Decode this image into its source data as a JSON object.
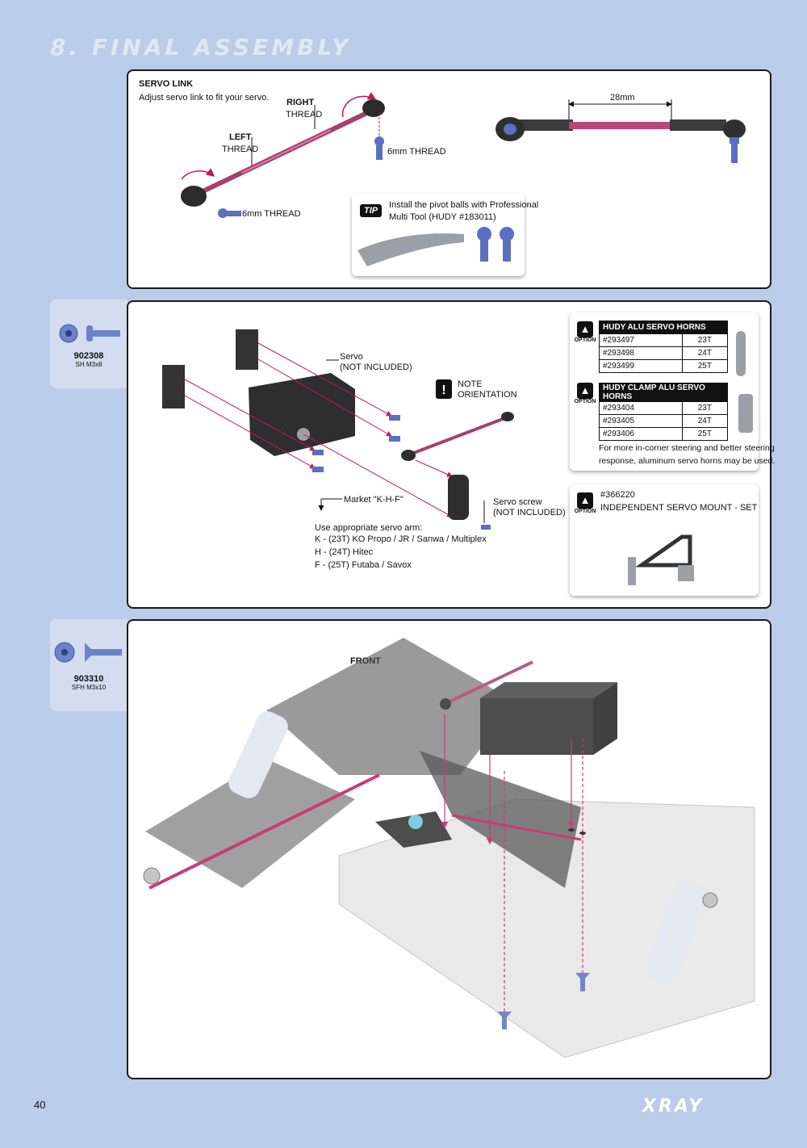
{
  "page": {
    "title": "8. FINAL ASSEMBLY",
    "page_number": "40",
    "brand": "XRAY"
  },
  "servo_link": {
    "heading": "SERVO LINK",
    "text": "Adjust servo link to fit your servo.",
    "right_thread": "RIGHT",
    "left_thread": "LEFT",
    "thread": "THREAD",
    "six_mm_thread": "6mm THREAD",
    "dimension": "28mm",
    "tip_badge": "TIP",
    "tip_text_1": "Install the pivot balls with Professional",
    "tip_text_2": "Multi Tool (HUDY #183011)"
  },
  "part1": {
    "number": "902308",
    "desc": "SH M3x8"
  },
  "part2": {
    "number": "903310",
    "desc": "SFH M3x10"
  },
  "servo_step": {
    "servo_1": "Servo",
    "servo_2": "(NOT INCLUDED)",
    "note_1": "NOTE",
    "note_2": "ORIENTATION",
    "market": "Market \"K-H-F\"",
    "screw_1": "Servo screw",
    "screw_2": "(NOT INCLUDED)",
    "arm_intro": "Use appropriate servo arm:",
    "arm_k": "K - (23T) KO Propo / JR / Sanwa / Multiplex",
    "arm_h": "H - (24T) Hitec",
    "arm_f": "F - (25T) Futaba / Savox"
  },
  "options": {
    "label": "OPTION",
    "alu_title": "HUDY ALU SERVO HORNS",
    "alu_rows": [
      {
        "part": "#293497",
        "teeth": "23T"
      },
      {
        "part": "#293498",
        "teeth": "24T"
      },
      {
        "part": "#293499",
        "teeth": "25T"
      }
    ],
    "clamp_title": "HUDY CLAMP ALU SERVO HORNS",
    "clamp_rows": [
      {
        "part": "#293404",
        "teeth": "23T"
      },
      {
        "part": "#293405",
        "teeth": "24T"
      },
      {
        "part": "#293406",
        "teeth": "25T"
      }
    ],
    "note_1": "For more in-corner steering and better steering",
    "note_2": "response, aluminum servo horns may be used.",
    "mount_part": "#366220",
    "mount_title": "INDEPENDENT SERVO MOUNT - SET"
  },
  "final_step": {
    "front": "FRONT"
  },
  "colors": {
    "background": "#b9cce9",
    "accent": "#c0185f",
    "screw": "#5b6fc0"
  }
}
